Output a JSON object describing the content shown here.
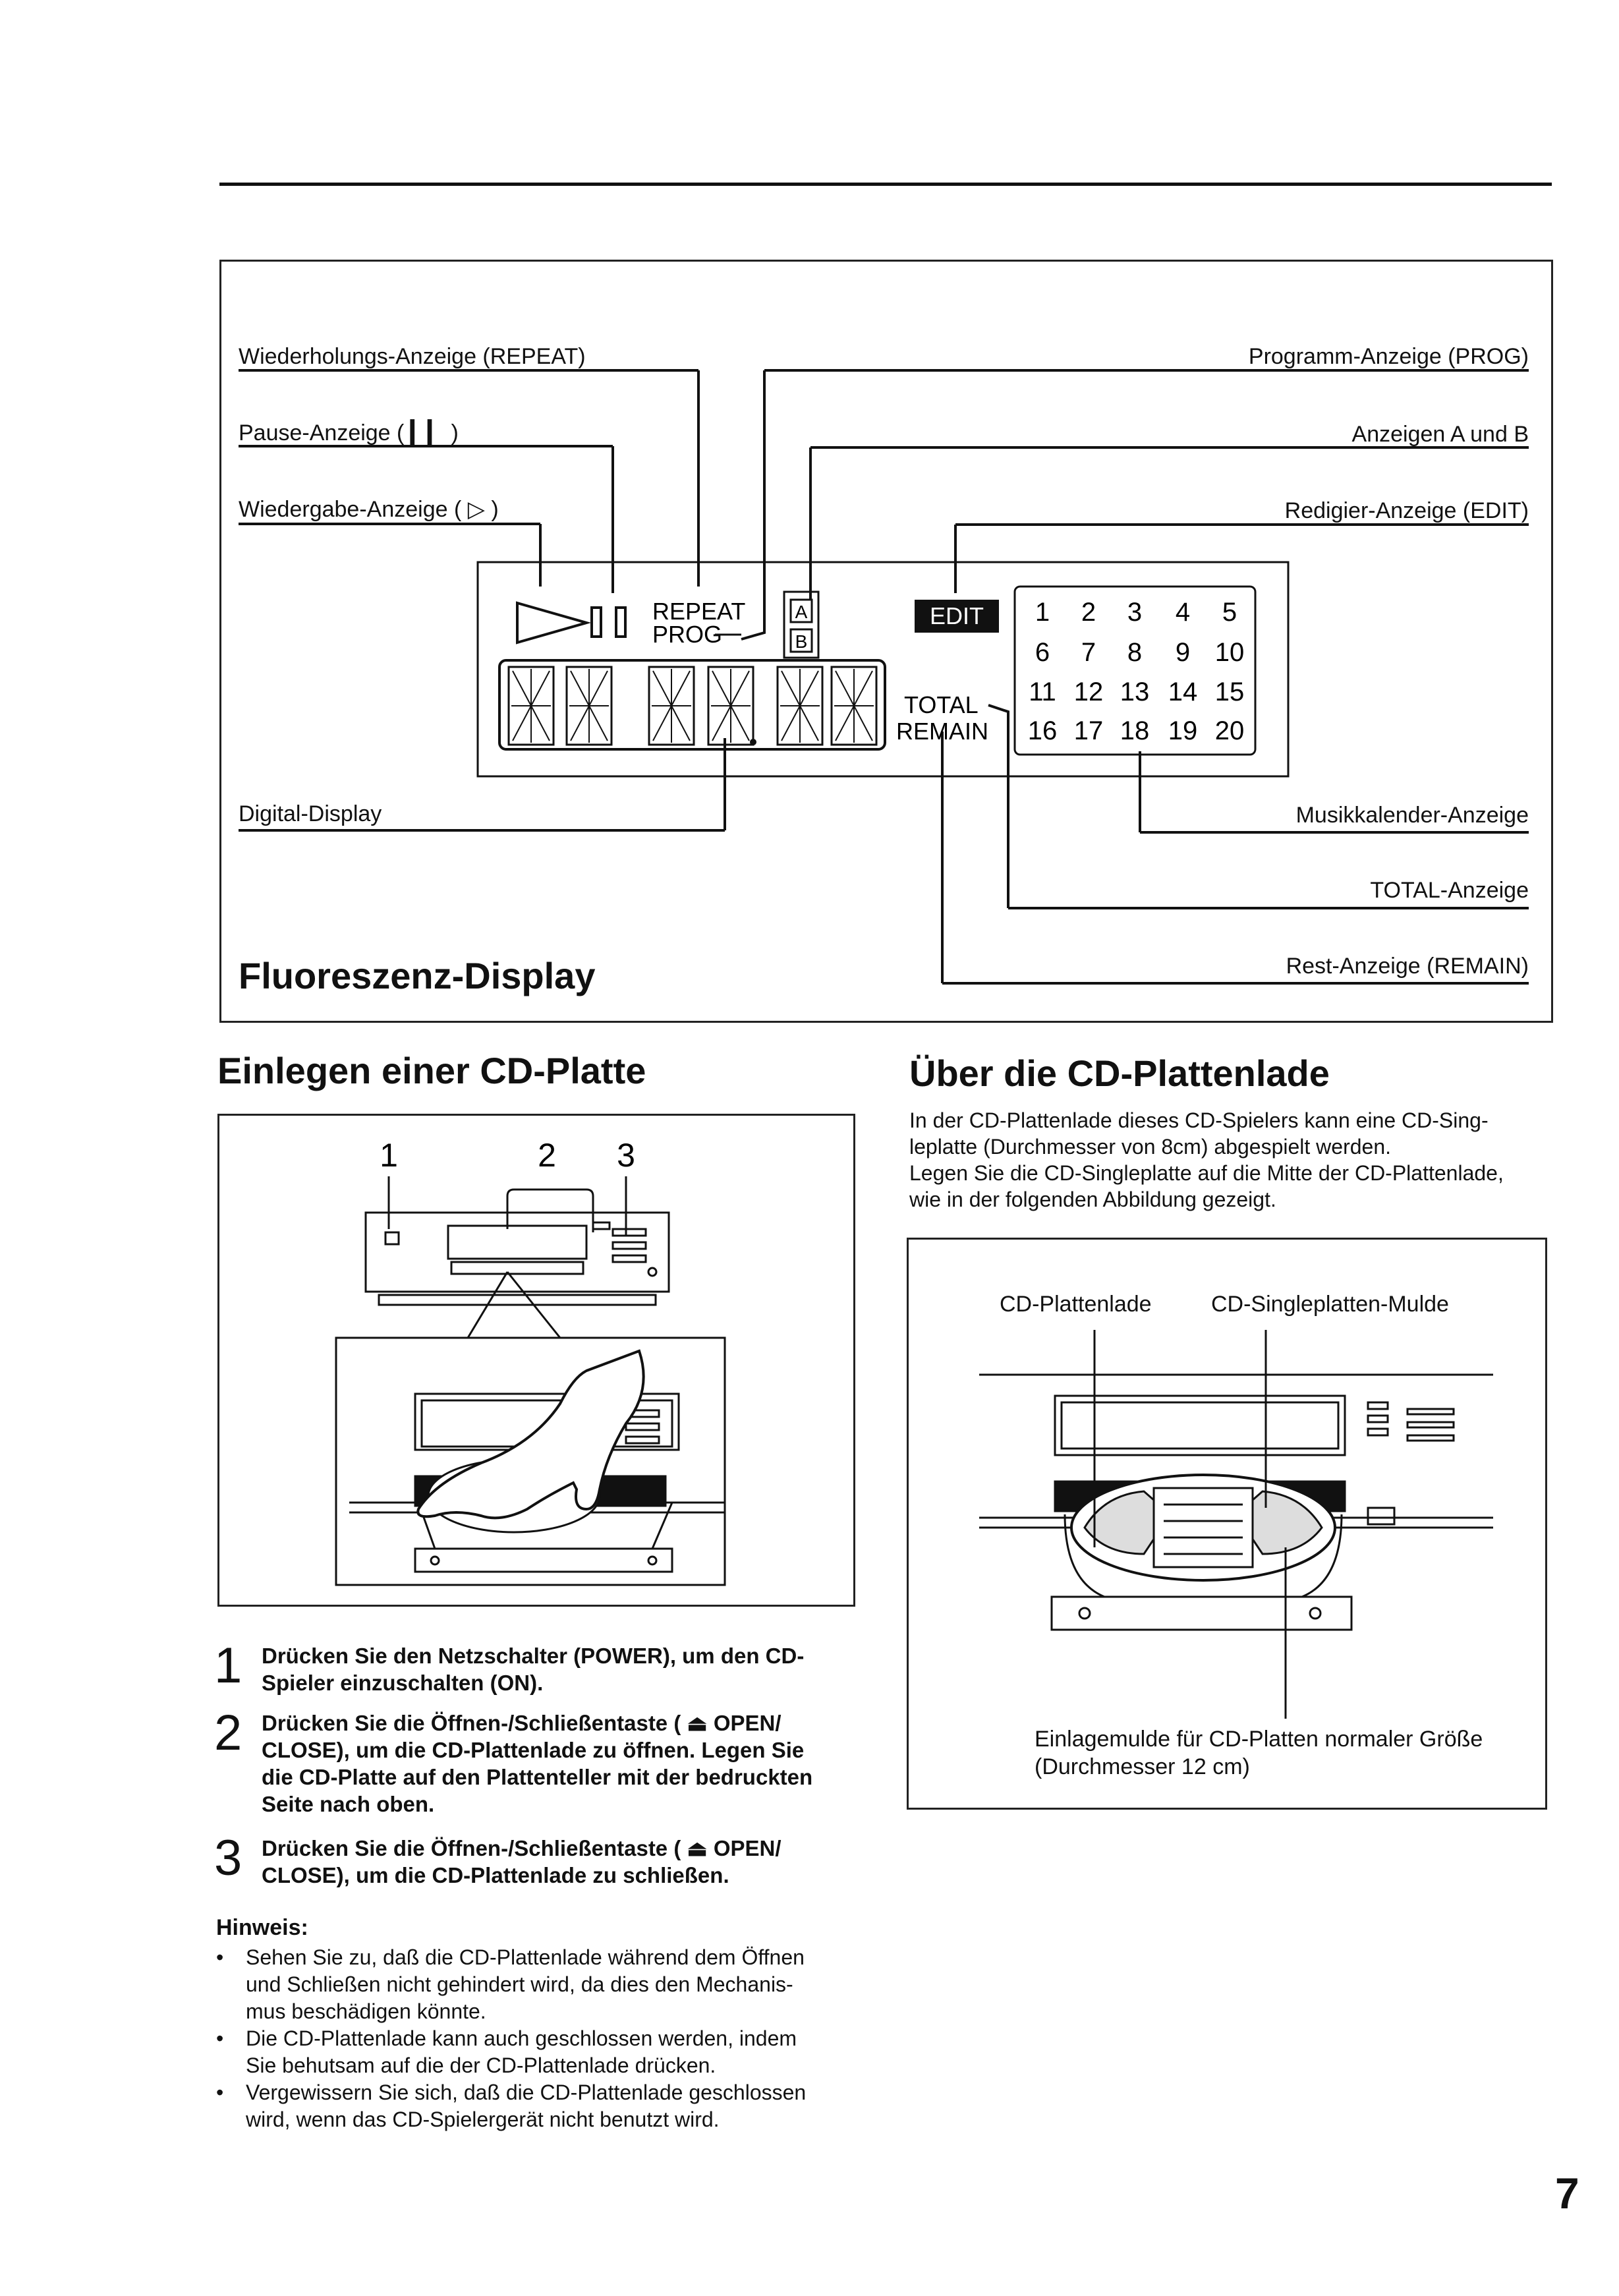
{
  "display_section": {
    "title": "Fluoreszenz-Display",
    "labels": {
      "repeat": "Wiederholungs-Anzeige (REPEAT)",
      "pause": "Pause-Anzeige ( ▎▎ )",
      "play": "Wiedergabe-Anzeige ( ▷ )",
      "digital": "Digital-Display",
      "prog": "Programm-Anzeige (PROG)",
      "ab": "Anzeigen A und B",
      "edit": "Redigier-Anzeige (EDIT)",
      "calendar": "Musikkalender-Anzeige",
      "total": "TOTAL-Anzeige",
      "remain": "Rest-Anzeige (REMAIN)"
    },
    "panel": {
      "repeat": "REPEAT",
      "prog": "PROG",
      "a": "A",
      "b": "B",
      "edit": "EDIT",
      "total": "TOTAL",
      "remain": "REMAIN",
      "calendar_rows": [
        [
          "1",
          "2",
          "3",
          "4",
          "5"
        ],
        [
          "6",
          "7",
          "8",
          "9",
          "10"
        ],
        [
          "11",
          "12",
          "13",
          "14",
          "15"
        ],
        [
          "16",
          "17",
          "18",
          "19",
          "20"
        ]
      ]
    }
  },
  "insert_section": {
    "heading": "Einlegen einer CD-Platte",
    "callouts": [
      "1",
      "2",
      "3"
    ],
    "steps": [
      {
        "num": "1",
        "lines": [
          "Drücken Sie den Netzschalter (POWER), um den CD-",
          "Spieler einzuschalten (ON)."
        ]
      },
      {
        "num": "2",
        "lines": [
          "Drücken Sie die Öffnen-/Schließentaste ( ⏏ OPEN/",
          "CLOSE), um die CD-Plattenlade zu öffnen. Legen Sie",
          "die CD-Platte auf den Plattenteller mit der bedruckten",
          "Seite nach oben."
        ]
      },
      {
        "num": "3",
        "lines": [
          "Drücken Sie die Öffnen-/Schließentaste ( ⏏ OPEN/",
          "CLOSE), um die CD-Plattenlade zu schließen."
        ]
      }
    ],
    "note_title": "Hinweis:",
    "notes": [
      [
        "Sehen Sie zu, daß die CD-Plattenlade während dem Öffnen",
        "und Schließen nicht gehindert wird, da dies den Mechanis-",
        "mus beschädigen könnte."
      ],
      [
        "Die CD-Plattenlade kann auch geschlossen werden, indem",
        "Sie behutsam auf die der CD-Plattenlade drücken."
      ],
      [
        "Vergewissern Sie sich, daß die CD-Plattenlade geschlossen",
        "wird, wenn das CD-Spielergerät nicht benutzt wird."
      ]
    ]
  },
  "tray_section": {
    "heading": "Über die CD-Plattenlade",
    "intro": [
      "In der CD-Plattenlade dieses CD-Spielers kann eine CD-Sing-",
      "leplatte (Durchmesser von 8cm) abgespielt werden.",
      "Legen Sie die CD-Singleplatte auf die Mitte der CD-Plattenlade,",
      "wie in der folgenden Abbildung gezeigt."
    ],
    "label_tray": "CD-Plattenlade",
    "label_single": "CD-Singleplatten-Mulde",
    "label_normal": [
      "Einlagemulde für CD-Platten normaler Größe",
      "(Durchmesser 12 cm)"
    ]
  },
  "page_number": "7"
}
